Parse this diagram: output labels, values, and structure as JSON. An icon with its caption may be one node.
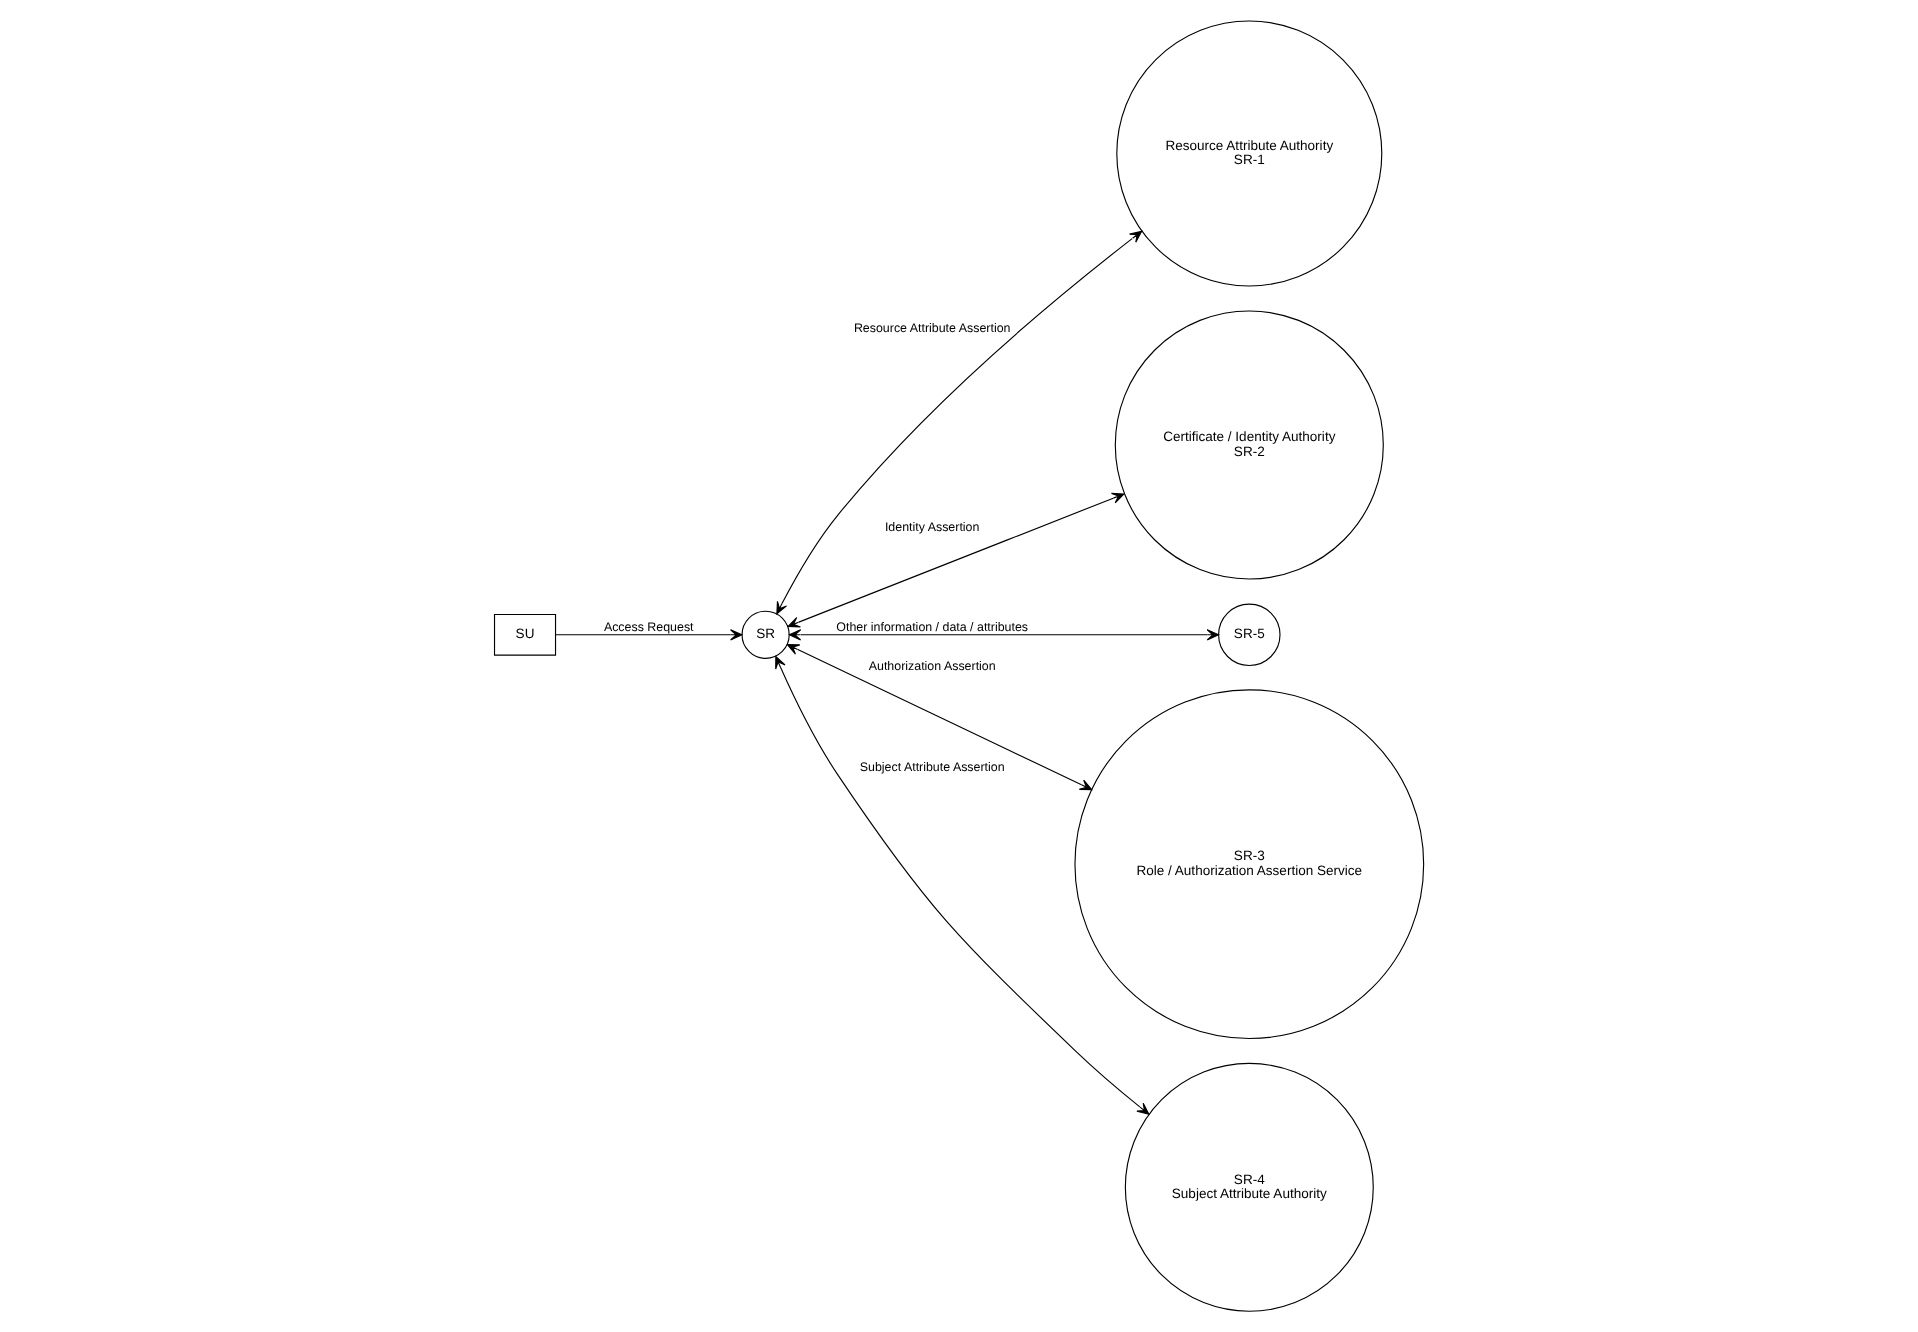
{
  "diagram": {
    "nodes": [
      {
        "text": [
          "Resource Attribute Authority",
          "SR-1"
        ]
      },
      {
        "text": [
          "Certificate / Identity Authority",
          "SR-2"
        ]
      },
      {
        "text": [
          "SU"
        ]
      },
      {
        "text": [
          "SR"
        ]
      },
      {
        "text": [
          "SR-5"
        ]
      },
      {
        "text": [
          "SR-3",
          "Role / Authorization Assertion Service"
        ]
      },
      {
        "text": [
          "SR-4",
          "Subject Attribute Authority"
        ]
      }
    ],
    "edges": [
      {
        "from": 2,
        "to": 3,
        "arrow": "to",
        "label": "Access Request"
      },
      {
        "from": 3,
        "to": 0,
        "arrow": "both",
        "label": "Resource Attribute Assertion"
      },
      {
        "from": 3,
        "to": 1,
        "arrow": "both",
        "label": "Identity Assertion"
      },
      {
        "from": 3,
        "to": 4,
        "arrow": "both",
        "label": "Other information / data / attributes"
      },
      {
        "from": 3,
        "to": 5,
        "arrow": "both",
        "label": "Authorization Assertion"
      },
      {
        "from": 3,
        "to": 6,
        "arrow": "both",
        "label": "Subject Attribute Assertion"
      }
    ]
  }
}
